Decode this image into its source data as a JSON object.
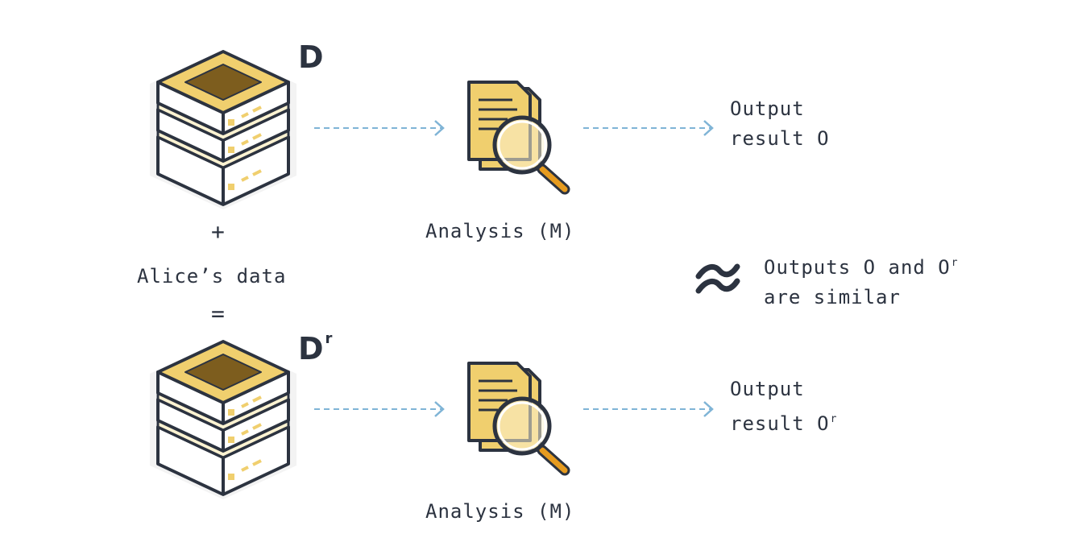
{
  "dataset_top": {
    "label": "D"
  },
  "dataset_bottom": {
    "label": "D",
    "label_prime": "r"
  },
  "plus_sign": "+",
  "alice_data": "Alice’s data",
  "equals_sign": "=",
  "analysis_top": "Analysis (M)",
  "analysis_bottom": "Analysis (M)",
  "output_top": {
    "line1": "Output",
    "line2": "result O"
  },
  "output_bottom": {
    "line1": "Output",
    "line2": "result O",
    "prime": "r"
  },
  "similarity": {
    "symbol": "≈",
    "line1": "Outputs O and O",
    "line1_prime": "r",
    "line2": "are similar"
  },
  "colors": {
    "ink": "#2c3340",
    "gold": "#f0cf6e",
    "gold_dark": "#7d5d1e",
    "cream": "#fdf3d2",
    "arrow": "#7fb4d6",
    "handle": "#e69b1f"
  },
  "icons": [
    "database-icon",
    "document-search-icon",
    "approx-equal-icon",
    "dashed-arrow-icon"
  ]
}
